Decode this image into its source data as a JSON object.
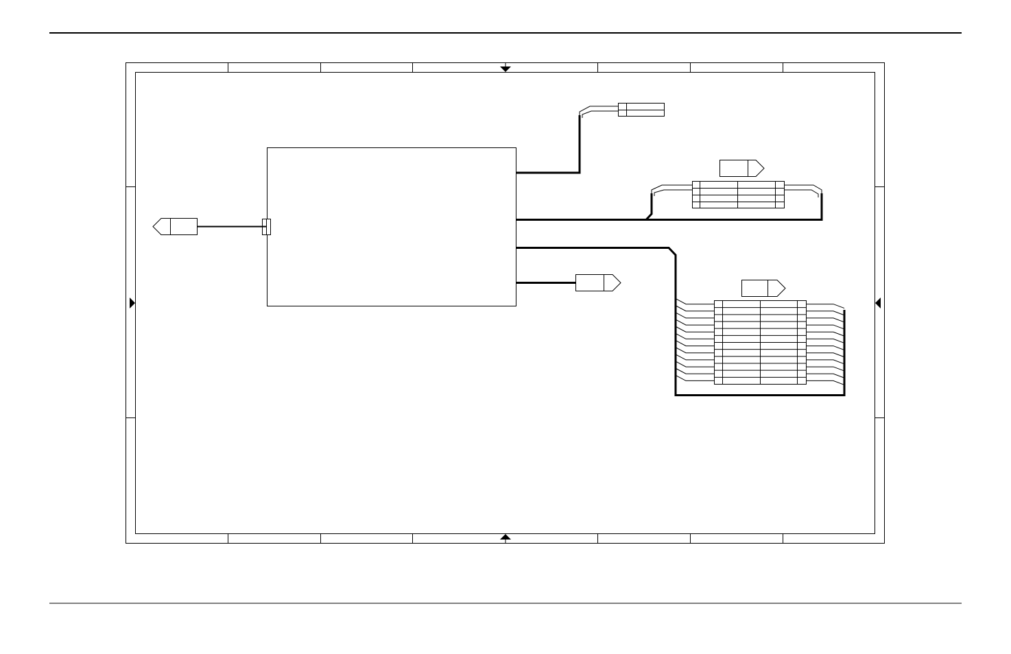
{
  "page": {
    "background": "#ffffff",
    "line_color": "#000000"
  },
  "diagram": {
    "title": "",
    "blocks": [
      {
        "id": "main-module",
        "label": ""
      }
    ],
    "off_page_connectors": [
      {
        "id": "left-input-connector",
        "label": ""
      },
      {
        "id": "lower-output-connector",
        "label": ""
      },
      {
        "id": "upper-harness-connector",
        "label": ""
      },
      {
        "id": "large-harness-connector",
        "label": ""
      }
    ],
    "connectors": [
      {
        "id": "two-pin-plug",
        "pins": 1
      },
      {
        "id": "four-pin-connector",
        "pins": 4
      },
      {
        "id": "twelve-pin-connector",
        "pins": 12
      }
    ]
  }
}
